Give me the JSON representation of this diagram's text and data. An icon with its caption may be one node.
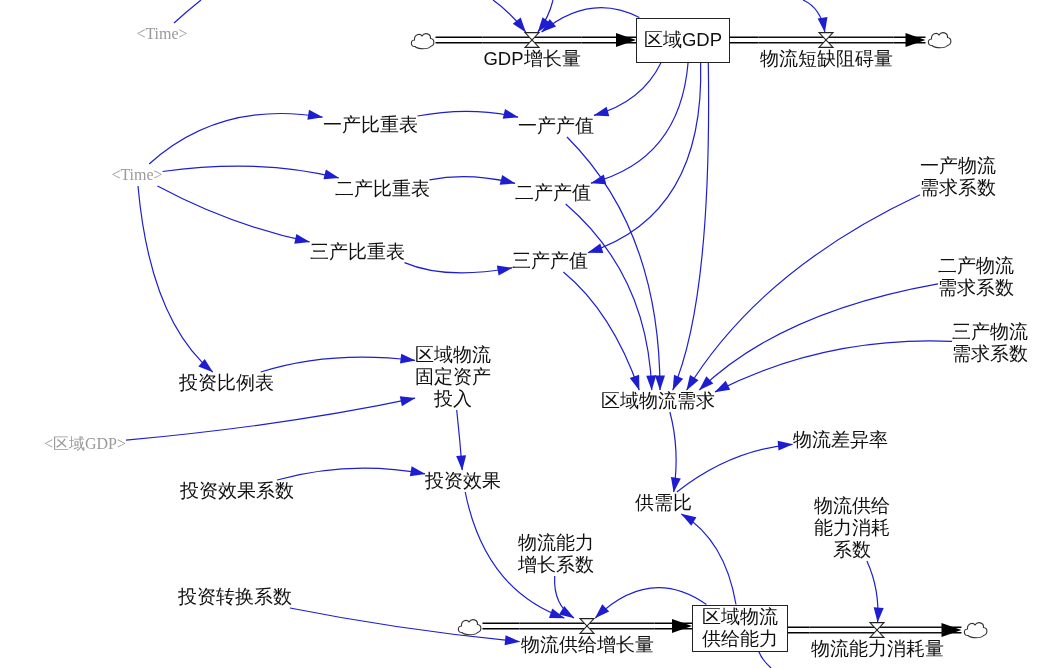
{
  "diagram": {
    "nodes": [
      {
        "text": [
          "<Time>"
        ]
      },
      {
        "text": [],
        "shape": "cloud"
      },
      {
        "text": [
          "GDP增长量"
        ]
      },
      {
        "text": [
          "区域GDP"
        ]
      },
      {
        "text": [
          "物流短缺阻碍量"
        ]
      },
      {
        "text": [],
        "shape": "cloud"
      },
      {
        "text": [
          "一产比重表"
        ]
      },
      {
        "text": [
          "一产产值"
        ]
      },
      {
        "text": [
          "<Time>"
        ]
      },
      {
        "text": [
          "二产比重表"
        ]
      },
      {
        "text": [
          "二产产值"
        ]
      },
      {
        "text": [
          "一产物流需求系数"
        ]
      },
      {
        "text": [
          "三产比重表"
        ]
      },
      {
        "text": [
          "三产产值"
        ]
      },
      {
        "text": [
          "二产物流需求系数"
        ]
      },
      {
        "text": [
          "三产物流需求系数"
        ]
      },
      {
        "text": [
          "投资比例表"
        ]
      },
      {
        "text": [
          "区域物流固定资产投入"
        ]
      },
      {
        "text": [
          "区域物流需求"
        ]
      },
      {
        "text": [
          "<区域GDP>"
        ]
      },
      {
        "text": [
          "物流差异率"
        ]
      },
      {
        "text": [
          "投资效果系数"
        ]
      },
      {
        "text": [
          "投资效果"
        ]
      },
      {
        "text": [
          "供需比"
        ]
      },
      {
        "text": [
          "物流供给能力消耗系数"
        ]
      },
      {
        "text": [
          "物流能力增长系数"
        ]
      },
      {
        "text": [
          "投资转换系数"
        ]
      },
      {
        "text": [],
        "shape": "cloud"
      },
      {
        "text": [
          "物流供给增长量"
        ]
      },
      {
        "text": [
          "区域物流供给能力"
        ]
      },
      {
        "text": [
          "物流能力消耗量"
        ]
      },
      {
        "text": [],
        "shape": "cloud"
      }
    ],
    "edges": [
      {
        "from": null,
        "to": 2,
        "arrow": "to"
      },
      {
        "from": null,
        "to": 2,
        "arrow": "to"
      },
      {
        "from": 3,
        "to": 2,
        "arrow": "to"
      },
      {
        "from": null,
        "to": 4,
        "arrow": "to"
      },
      {
        "from": 0,
        "to": null,
        "arrow": "none"
      },
      {
        "from": 1,
        "to": 2,
        "arrow": "none",
        "style": "thick",
        "color": "#000000"
      },
      {
        "from": 2,
        "to": 3,
        "arrow": "to",
        "style": "thick",
        "color": "#000000"
      },
      {
        "from": 3,
        "to": 4,
        "arrow": "none",
        "style": "thick",
        "color": "#000000"
      },
      {
        "from": 4,
        "to": 5,
        "arrow": "to",
        "style": "thick",
        "color": "#000000"
      },
      {
        "from": 8,
        "to": 6,
        "arrow": "to"
      },
      {
        "from": 8,
        "to": 9,
        "arrow": "to"
      },
      {
        "from": 8,
        "to": 12,
        "arrow": "to"
      },
      {
        "from": 8,
        "to": 16,
        "arrow": "to"
      },
      {
        "from": 6,
        "to": 7,
        "arrow": "to"
      },
      {
        "from": 9,
        "to": 10,
        "arrow": "to"
      },
      {
        "from": 12,
        "to": 13,
        "arrow": "to"
      },
      {
        "from": 3,
        "to": 7,
        "arrow": "to"
      },
      {
        "from": 3,
        "to": 10,
        "arrow": "to"
      },
      {
        "from": 3,
        "to": 13,
        "arrow": "to"
      },
      {
        "from": 3,
        "to": 18,
        "arrow": "to"
      },
      {
        "from": 7,
        "to": 18,
        "arrow": "to"
      },
      {
        "from": 10,
        "to": 18,
        "arrow": "to"
      },
      {
        "from": 13,
        "to": 18,
        "arrow": "to"
      },
      {
        "from": 11,
        "to": 18,
        "arrow": "to"
      },
      {
        "from": 14,
        "to": 18,
        "arrow": "to"
      },
      {
        "from": 15,
        "to": 18,
        "arrow": "to"
      },
      {
        "from": 16,
        "to": 17,
        "arrow": "to"
      },
      {
        "from": 19,
        "to": 17,
        "arrow": "to"
      },
      {
        "from": 17,
        "to": 22,
        "arrow": "to"
      },
      {
        "from": 21,
        "to": 22,
        "arrow": "to"
      },
      {
        "from": 18,
        "to": 23,
        "arrow": "to"
      },
      {
        "from": 23,
        "to": 20,
        "arrow": "to"
      },
      {
        "from": 29,
        "to": 23,
        "arrow": "to"
      },
      {
        "from": 22,
        "to": 28,
        "arrow": "to"
      },
      {
        "from": 25,
        "to": 28,
        "arrow": "to"
      },
      {
        "from": 26,
        "to": 28,
        "arrow": "to"
      },
      {
        "from": 29,
        "to": 28,
        "arrow": "to"
      },
      {
        "from": 24,
        "to": 30,
        "arrow": "to"
      },
      {
        "from": 29,
        "to": null,
        "arrow": "none"
      },
      {
        "from": 27,
        "to": 28,
        "arrow": "none",
        "style": "thick",
        "color": "#000000"
      },
      {
        "from": 28,
        "to": 29,
        "arrow": "to",
        "style": "thick",
        "color": "#000000"
      },
      {
        "from": 29,
        "to": 30,
        "arrow": "none",
        "style": "thick",
        "color": "#000000"
      },
      {
        "from": 30,
        "to": 31,
        "arrow": "to",
        "style": "thick",
        "color": "#000000"
      }
    ]
  }
}
